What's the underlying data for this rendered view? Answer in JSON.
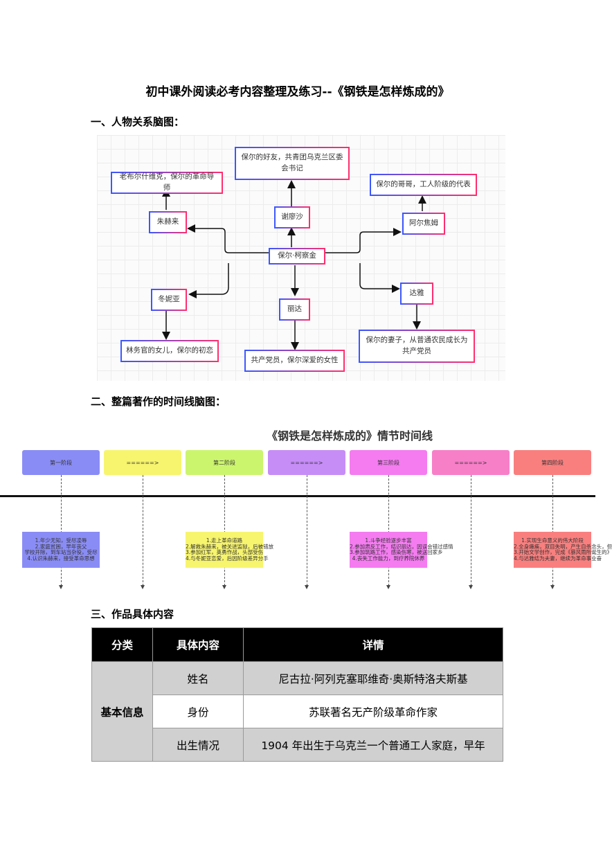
{
  "title": "初中课外阅读必考内容整理及练习--《钢铁是怎样炼成的》",
  "sections": {
    "s1": "一、人物关系脑图：",
    "s2": "二、整篇著作的时间线脑图：",
    "s3": "三、作品具体内容"
  },
  "mindmap": {
    "center": "保尔·柯察金",
    "nodes": {
      "zhuhelai": "朱赫来",
      "zhuhelai_desc": "老布尔什维克，保尔的革命导师",
      "xieliaosha": "谢廖沙",
      "xieliaosha_desc": "保尔的好友，共青团乌克兰区委会书记",
      "aertaimu": "阿尔焦姆",
      "aertaimu_desc": "保尔的哥哥，工人阶级的代表",
      "dongniya": "冬妮亚",
      "dongniya_desc": "林务官的女儿，保尔的初恋",
      "lida": "丽达",
      "lida_desc": "共产党员，保尔深爱的女性",
      "daya": "达雅",
      "daya_desc": "保尔的妻子，从普通农民成长为共产党员"
    }
  },
  "timeline": {
    "title": "《钢铁是怎样炼成的》情节时间线",
    "phases": [
      {
        "label": "第一阶段",
        "color": "#8a8cf5"
      },
      {
        "label": "======>",
        "color": "#f7f56e"
      },
      {
        "label": "第二阶段",
        "color": "#ccf56e"
      },
      {
        "label": "======>",
        "color": "#c68df7"
      },
      {
        "label": "第三阶段",
        "color": "#f47cf0"
      },
      {
        "label": "======>",
        "color": "#f77fc8"
      },
      {
        "label": "第四阶段",
        "color": "#f97f7f"
      }
    ],
    "notes": [
      {
        "color": "#8a8cf5",
        "lines": [
          "1.年少无知，受尽凌辱",
          "2.家庭贫困，早年丧父",
          "学校开除，到车站当杂役，受尽",
          "4.认识朱赫来，接受革命思想"
        ]
      },
      {
        "color": "#f7f56e",
        "lines": [
          "1.走上革命道路",
          "2.解救朱赫来，被关进监狱，后被错放",
          "3.参加红军，英勇作战，头部受伤",
          "4.与冬妮亚恋爱，后因阶级差异分手"
        ]
      },
      {
        "color": "#f47cf0",
        "lines": [
          "1.斗争经验逐步丰富",
          "2.参加肃反工作，结识丽达，因误会错过感情",
          "3.参加筑路工作，感染伤寒，被送回家乡",
          "4.丧失工作能力，到疗养院休养"
        ]
      },
      {
        "color": "#f97f7f",
        "lines": [
          "1.实现生命意义的伟大阶段",
          "2.全身瘫痪，双目失明，产生自杀念头，但",
          "3.开始文学创作，完成《暴风雨所诞生的》",
          "4.与达雅结为夫妻，继续为革命事业奋"
        ]
      }
    ]
  },
  "table": {
    "headers": [
      "分类",
      "具体内容",
      "详情"
    ],
    "category": "基本信息",
    "rows": [
      {
        "item": "姓名",
        "detail": "尼古拉·阿列克塞耶维奇·奥斯特洛夫斯基"
      },
      {
        "item": "身份",
        "detail": "苏联著名无产阶级革命作家"
      },
      {
        "item": "出生情况",
        "detail": "1904 年出生于乌克兰一个普通工人家庭，早年"
      }
    ]
  }
}
